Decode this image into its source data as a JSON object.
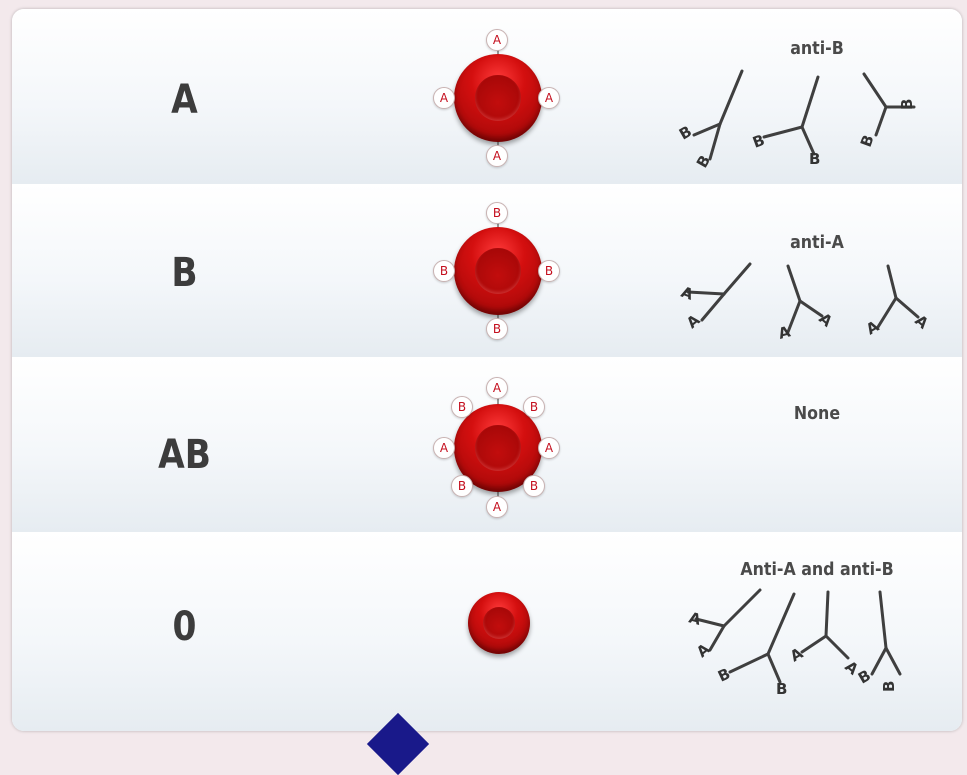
{
  "rows": [
    {
      "type": "A",
      "antigens": {
        "top": "A",
        "left": "A",
        "right": "A",
        "bottom": "A"
      },
      "antibodies_label": "anti-B",
      "antibody_tip": "B"
    },
    {
      "type": "B",
      "antigens": {
        "top": "B",
        "left": "B",
        "right": "B",
        "bottom": "B"
      },
      "antibodies_label": "anti-A",
      "antibody_tip": "A"
    },
    {
      "type": "AB",
      "antigens": {
        "top": "A",
        "top_left": "B",
        "top_right": "B",
        "left": "A",
        "right": "A",
        "bottom_left": "B",
        "bottom_right": "B",
        "bottom": "A"
      },
      "antibodies_label": "None"
    },
    {
      "type": "0",
      "antigens": {},
      "antibodies_label": "Anti-A and anti-B",
      "antibody_tip_a": "A",
      "antibody_tip_b": "B"
    }
  ],
  "colors": {
    "red_cell": "#c40f0f",
    "antigen_text": "#c40f1e",
    "label_text": "#3c3c3c",
    "pointer": "#19198a"
  }
}
